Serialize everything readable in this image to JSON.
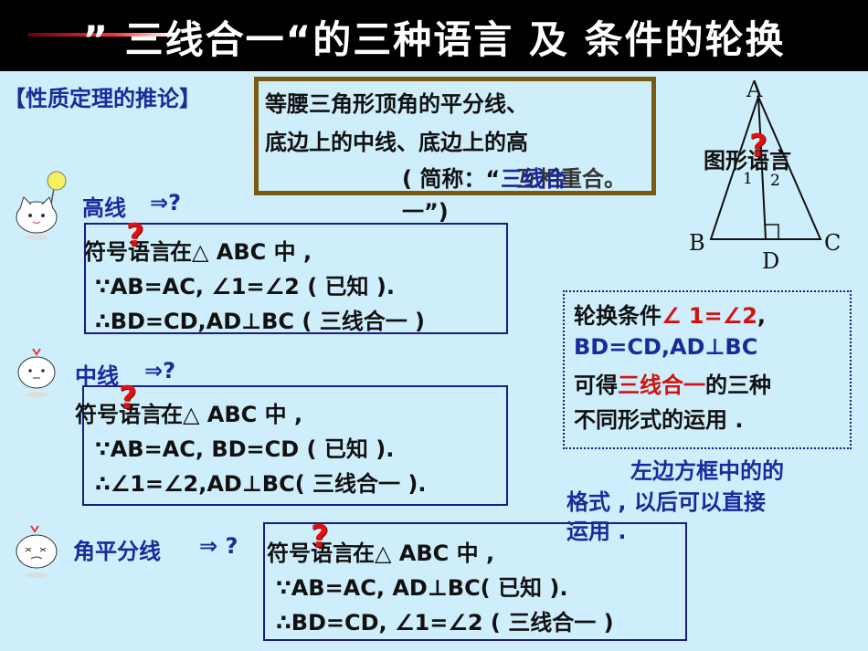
{
  "title": "” 三线合一“的三种语言 及 条件的轮换",
  "section_label": "【性质定理的推论】",
  "theorem": {
    "line1": "等腰三角形顶角的平分线、",
    "line2": "底边上的中线、底边上的高",
    "line3_a": "( 简称：“",
    "line3_overlay": "三线合",
    "line3_b": "互相重合。",
    "line4": "一”)"
  },
  "figure": {
    "label": "图形语言",
    "vertex_A": "A",
    "vertex_B": "B",
    "vertex_C": "C",
    "vertex_D": "D",
    "angle1": "1",
    "angle2": "2"
  },
  "q_mark": "?",
  "case_altitude": {
    "heading": "高线",
    "arrow": "⇒?",
    "sym_label": "符号语言",
    "line1": "在△ ABC 中 ,",
    "line2": "∵AB=AC, ∠1=∠2    ( 已知 ).",
    "line3": "∴BD=CD,AD⊥BC ( 三线合一 )"
  },
  "case_median": {
    "heading": "中线",
    "arrow": "⇒?",
    "sym_label": "符号语言",
    "line1": "在△ ABC 中 ,",
    "line2": "∵AB=AC, BD=CD ( 已知 ).",
    "line3": "∴∠1=∠2,AD⊥BC( 三线合一 )."
  },
  "case_bisector": {
    "heading": "角平分线",
    "arrow": "⇒ ?",
    "sym_label": "符号语言",
    "line1": "在△ ABC 中 ,",
    "line2": "∵AB=AC, AD⊥BC( 已知 ).",
    "line3": "∴BD=CD, ∠1=∠2 ( 三线合一 )"
  },
  "rotation_note": {
    "l1_a": "轮换条件",
    "l1_b": "∠ 1=∠2",
    "l1_c": ",",
    "l2": "BD=CD,AD⊥BC",
    "l3_a": "可得",
    "l3_b": "三线合一",
    "l3_c": "的三种",
    "l4": "不同形式的运用 ."
  },
  "format_note": {
    "l1": "左边方框中的的",
    "l2": "格式 , 以后可以直接",
    "l3": "运用 ."
  },
  "colors": {
    "title_bg": "#000000",
    "page_bg": "#cfeefb",
    "box_border": "#1a1a8a",
    "accent_red": "#d41010",
    "accent_blue": "#1a2a9c",
    "theorem_border": "#7a5a10"
  }
}
